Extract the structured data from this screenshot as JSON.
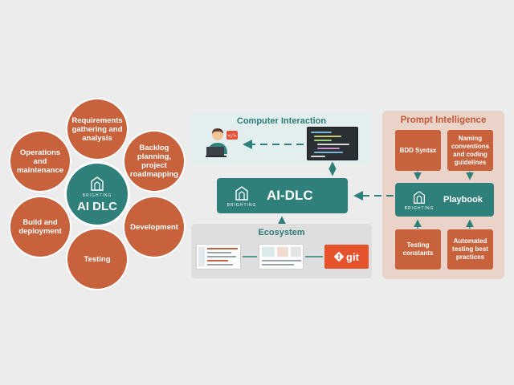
{
  "wheel": {
    "center_brand": "BRIGHTING",
    "center_name": "AI DLC",
    "items": [
      {
        "label": "Requirements gathering and analysis"
      },
      {
        "label": "Backlog planning, project roadmapping"
      },
      {
        "label": "Development"
      },
      {
        "label": "Testing"
      },
      {
        "label": "Build and deployment"
      },
      {
        "label": "Operations and maintenance"
      }
    ]
  },
  "computer_interaction": {
    "title": "Computer Interaction"
  },
  "ai_dlc": {
    "brand": "BRIGHTING",
    "name": "AI-DLC"
  },
  "ecosystem": {
    "title": "Ecosystem",
    "git_label": "git"
  },
  "prompt_intelligence": {
    "title": "Prompt Intelligence",
    "top_items": [
      {
        "label": "BDD Syntax"
      },
      {
        "label": "Naming conventions and coding guidelines"
      }
    ],
    "playbook": {
      "brand": "BRIGHTING",
      "name": "Playbook"
    },
    "bottom_items": [
      {
        "label": "Testing constants"
      },
      {
        "label": "Automated testing best practices"
      }
    ]
  },
  "colors": {
    "accent_orange": "#c7623c",
    "accent_teal": "#2f7f7a",
    "background": "#ececec"
  }
}
